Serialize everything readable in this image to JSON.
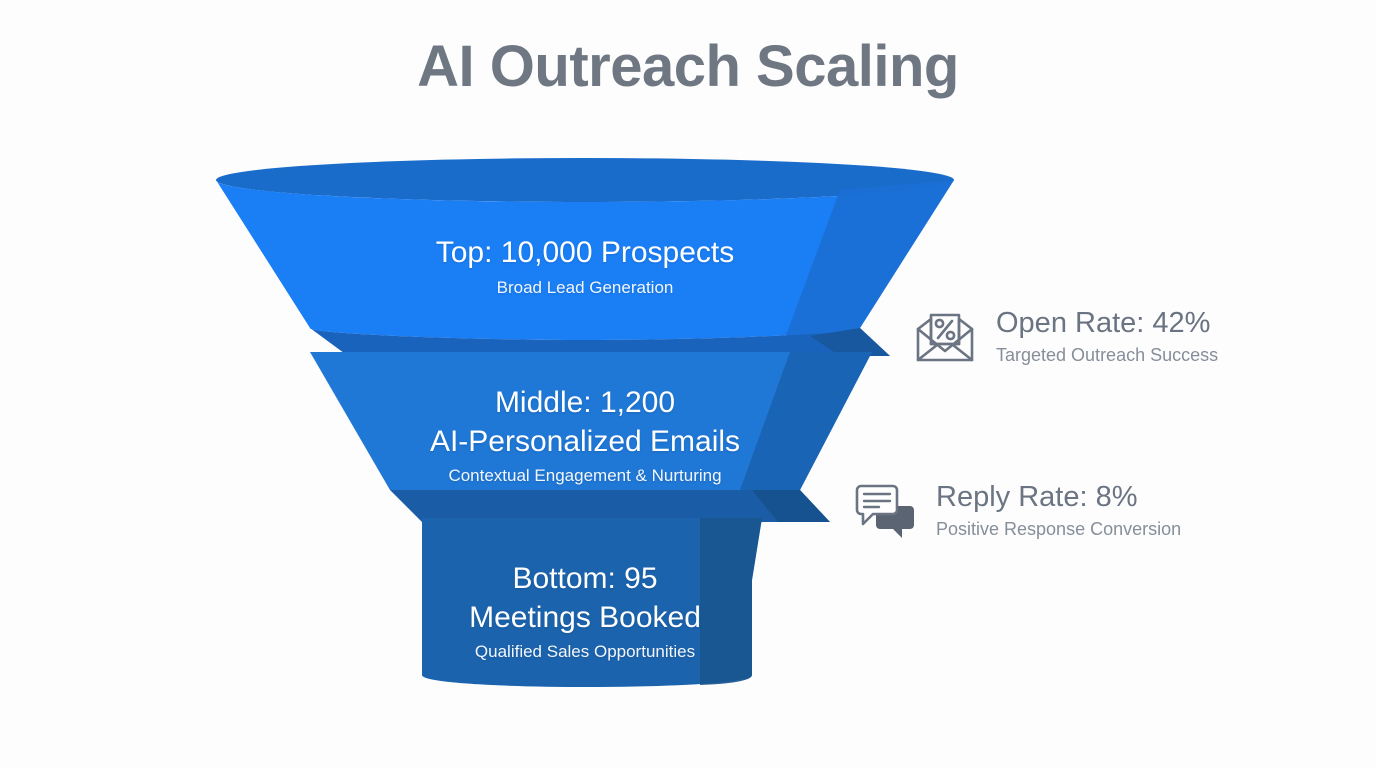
{
  "page": {
    "title": "AI Outreach Scaling",
    "background_color": "#fdfdfd",
    "title_color": "#6e7782"
  },
  "chart_data": {
    "type": "funnel",
    "title": "AI Outreach Scaling",
    "orientation": "vertical",
    "stages": [
      {
        "id": "top",
        "label": "Top: 10,000 Prospects",
        "sublabel": "Broad Lead Generation",
        "value": 10000,
        "value_text": "10,000",
        "color": "#1a7ef5",
        "shade_color": "#1b6fd4",
        "rim_color": "#1a6ccb"
      },
      {
        "id": "middle",
        "label": "Middle: 1,200\nAI-Personalized Emails",
        "sublabel": "Contextual Engagement & Nurturing",
        "value": 1200,
        "value_text": "1,200",
        "color": "#1f77d6",
        "shade_color": "#1b63b4",
        "rim_color": "#195fae"
      },
      {
        "id": "bottom",
        "label": "Bottom: 95\nMeetings Booked",
        "sublabel": "Qualified Sales Opportunities",
        "value": 95,
        "value_text": "95",
        "color": "#1b63ad",
        "shade_color": "#18568f",
        "rim_color": "#17528b"
      }
    ],
    "annotations": [
      {
        "id": "open-rate",
        "icon": "envelope-percent-icon",
        "main": "Open Rate: 42%",
        "sub": "Targeted Outreach Success",
        "metric": 42,
        "metric_unit": "%"
      },
      {
        "id": "reply-rate",
        "icon": "chat-bubbles-icon",
        "main": "Reply Rate: 8%",
        "sub": "Positive Response Conversion",
        "metric": 8,
        "metric_unit": "%"
      }
    ]
  }
}
